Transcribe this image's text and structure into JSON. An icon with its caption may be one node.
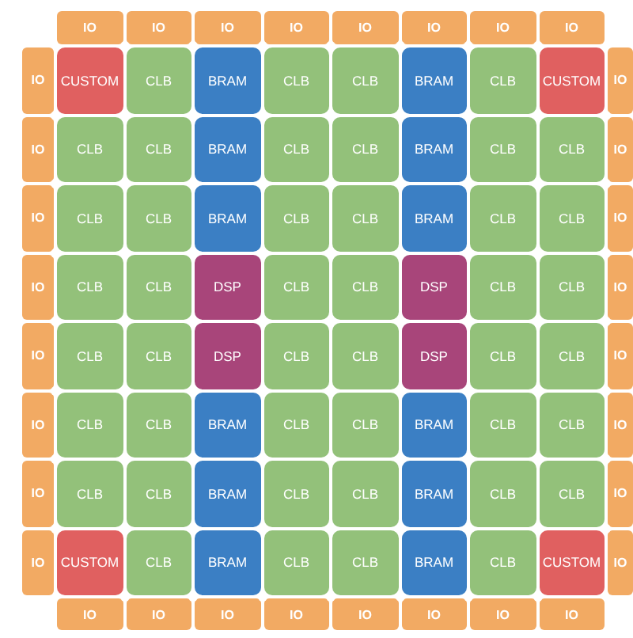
{
  "diagram": {
    "nodes": [
      {
        "text": [
          "IO"
        ]
      },
      {
        "text": [
          "IO"
        ]
      },
      {
        "text": [
          "IO"
        ]
      },
      {
        "text": [
          "IO"
        ]
      },
      {
        "text": [
          "IO"
        ]
      },
      {
        "text": [
          "IO"
        ]
      },
      {
        "text": [
          "IO"
        ]
      },
      {
        "text": [
          "IO"
        ]
      },
      {
        "text": [
          "IO"
        ]
      },
      {
        "text": [
          "CUSTOM"
        ]
      },
      {
        "text": [
          "CLB"
        ]
      },
      {
        "text": [
          "BRAM"
        ]
      },
      {
        "text": [
          "CLB"
        ]
      },
      {
        "text": [
          "CLB"
        ]
      },
      {
        "text": [
          "BRAM"
        ]
      },
      {
        "text": [
          "CLB"
        ]
      },
      {
        "text": [
          "CUSTOM"
        ]
      },
      {
        "text": [
          "IO"
        ]
      },
      {
        "text": [
          "IO"
        ]
      },
      {
        "text": [
          "CLB"
        ]
      },
      {
        "text": [
          "CLB"
        ]
      },
      {
        "text": [
          "BRAM"
        ]
      },
      {
        "text": [
          "CLB"
        ]
      },
      {
        "text": [
          "CLB"
        ]
      },
      {
        "text": [
          "BRAM"
        ]
      },
      {
        "text": [
          "CLB"
        ]
      },
      {
        "text": [
          "CLB"
        ]
      },
      {
        "text": [
          "IO"
        ]
      },
      {
        "text": [
          "IO"
        ]
      },
      {
        "text": [
          "CLB"
        ]
      },
      {
        "text": [
          "CLB"
        ]
      },
      {
        "text": [
          "BRAM"
        ]
      },
      {
        "text": [
          "CLB"
        ]
      },
      {
        "text": [
          "CLB"
        ]
      },
      {
        "text": [
          "BRAM"
        ]
      },
      {
        "text": [
          "CLB"
        ]
      },
      {
        "text": [
          "CLB"
        ]
      },
      {
        "text": [
          "IO"
        ]
      },
      {
        "text": [
          "IO"
        ]
      },
      {
        "text": [
          "CLB"
        ]
      },
      {
        "text": [
          "CLB"
        ]
      },
      {
        "text": [
          "DSP"
        ]
      },
      {
        "text": [
          "CLB"
        ]
      },
      {
        "text": [
          "CLB"
        ]
      },
      {
        "text": [
          "DSP"
        ]
      },
      {
        "text": [
          "CLB"
        ]
      },
      {
        "text": [
          "CLB"
        ]
      },
      {
        "text": [
          "IO"
        ]
      },
      {
        "text": [
          "IO"
        ]
      },
      {
        "text": [
          "CLB"
        ]
      },
      {
        "text": [
          "CLB"
        ]
      },
      {
        "text": [
          "DSP"
        ]
      },
      {
        "text": [
          "CLB"
        ]
      },
      {
        "text": [
          "CLB"
        ]
      },
      {
        "text": [
          "DSP"
        ]
      },
      {
        "text": [
          "CLB"
        ]
      },
      {
        "text": [
          "CLB"
        ]
      },
      {
        "text": [
          "IO"
        ]
      },
      {
        "text": [
          "IO"
        ]
      },
      {
        "text": [
          "CLB"
        ]
      },
      {
        "text": [
          "CLB"
        ]
      },
      {
        "text": [
          "BRAM"
        ]
      },
      {
        "text": [
          "CLB"
        ]
      },
      {
        "text": [
          "CLB"
        ]
      },
      {
        "text": [
          "BRAM"
        ]
      },
      {
        "text": [
          "CLB"
        ]
      },
      {
        "text": [
          "CLB"
        ]
      },
      {
        "text": [
          "IO"
        ]
      },
      {
        "text": [
          "IO"
        ]
      },
      {
        "text": [
          "CLB"
        ]
      },
      {
        "text": [
          "CLB"
        ]
      },
      {
        "text": [
          "BRAM"
        ]
      },
      {
        "text": [
          "CLB"
        ]
      },
      {
        "text": [
          "CLB"
        ]
      },
      {
        "text": [
          "BRAM"
        ]
      },
      {
        "text": [
          "CLB"
        ]
      },
      {
        "text": [
          "CLB"
        ]
      },
      {
        "text": [
          "IO"
        ]
      },
      {
        "text": [
          "IO"
        ]
      },
      {
        "text": [
          "CUSTOM"
        ]
      },
      {
        "text": [
          "CLB"
        ]
      },
      {
        "text": [
          "BRAM"
        ]
      },
      {
        "text": [
          "CLB"
        ]
      },
      {
        "text": [
          "CLB"
        ]
      },
      {
        "text": [
          "BRAM"
        ]
      },
      {
        "text": [
          "CLB"
        ]
      },
      {
        "text": [
          "CUSTOM"
        ]
      },
      {
        "text": [
          "IO"
        ]
      },
      {
        "text": [
          "IO"
        ]
      },
      {
        "text": [
          "IO"
        ]
      },
      {
        "text": [
          "IO"
        ]
      },
      {
        "text": [
          "IO"
        ]
      },
      {
        "text": [
          "IO"
        ]
      },
      {
        "text": [
          "IO"
        ]
      },
      {
        "text": [
          "IO"
        ]
      },
      {
        "text": [
          "IO"
        ]
      }
    ]
  }
}
